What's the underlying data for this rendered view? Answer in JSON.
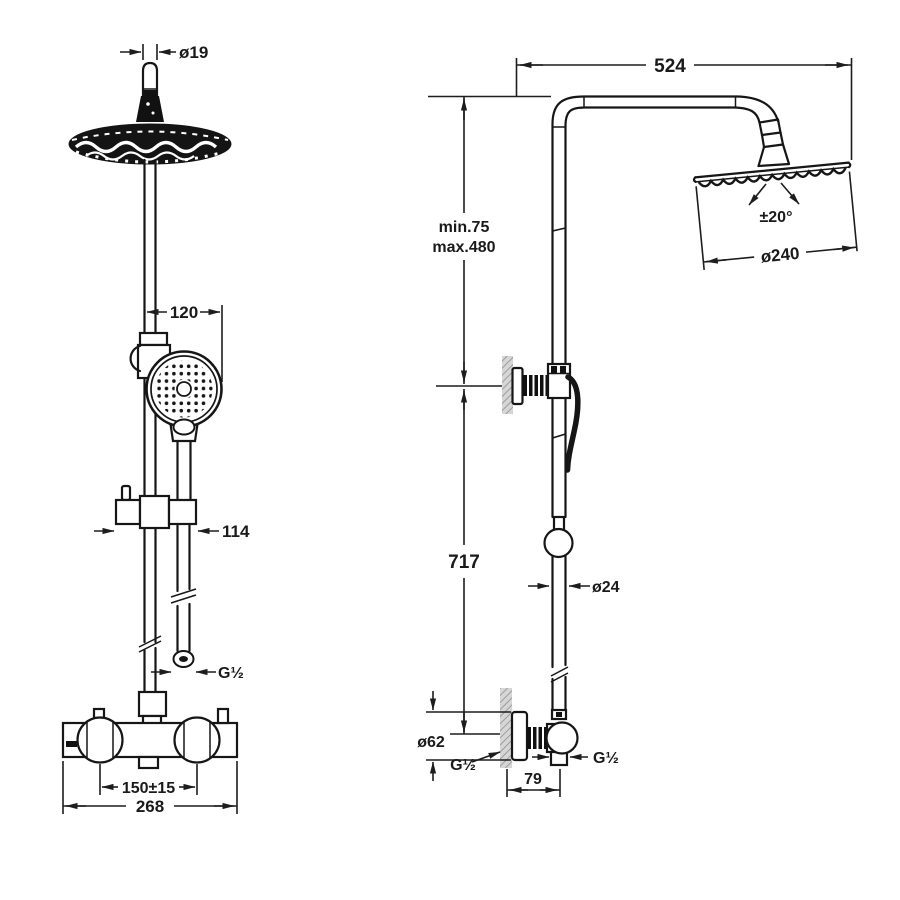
{
  "meta": {
    "drawing_type": "shower-column-technical-drawing",
    "background_color": "#ffffff",
    "ink_color": "#161616",
    "wall_hatch_color": "#d6d6d6"
  },
  "dimensions": {
    "head_stub_diameter": {
      "label": "ø19"
    },
    "handshower_offset": {
      "label": "120"
    },
    "slider_bracket_width": {
      "label": "114"
    },
    "hose_thread": {
      "label": "G½"
    },
    "valve_handle_centers": {
      "label": "150±15"
    },
    "valve_overall_width": {
      "label": "268"
    },
    "arm_reach": {
      "label": "524"
    },
    "riser_adjust_min": {
      "label": "min.75"
    },
    "riser_adjust_max": {
      "label": "max.480"
    },
    "head_swivel_angle": {
      "label": "±20°"
    },
    "head_diameter": {
      "label": "ø240"
    },
    "riser_height": {
      "label": "717"
    },
    "riser_pipe_diameter": {
      "label": "ø24"
    },
    "escutcheon_diameter": {
      "label": "ø62"
    },
    "supply_thread": {
      "label": "G½"
    },
    "outlet_thread": {
      "label": "G½"
    },
    "wall_to_riser_center": {
      "label": "79"
    }
  }
}
